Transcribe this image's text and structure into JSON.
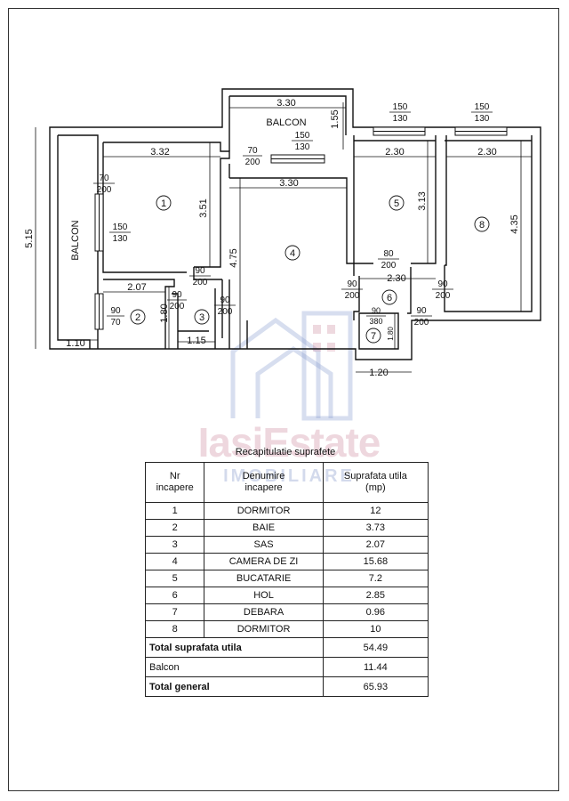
{
  "plan": {
    "rooms": [
      {
        "no": "1"
      },
      {
        "no": "2"
      },
      {
        "no": "3"
      },
      {
        "no": "4"
      },
      {
        "no": "5"
      },
      {
        "no": "6"
      },
      {
        "no": "7"
      },
      {
        "no": "8"
      }
    ],
    "balcony_left_label": "BALCON",
    "balcony_top_label": "BALCON",
    "dims": {
      "d330_top": "3.30",
      "d155": "1.55",
      "d332": "3.32",
      "d351": "3.51",
      "d330_mid": "3.30",
      "d230_r5": "2.30",
      "d230_r8": "2.30",
      "d313": "3.13",
      "d435": "4.35",
      "d475": "4.75",
      "d515": "5.15",
      "d207": "2.07",
      "d180_r2": "1.80",
      "d115": "1.15",
      "d110": "1.10",
      "d230_hall": "2.30",
      "d180_r7": "1.80",
      "d120": "1.20"
    },
    "openings": {
      "win_r5_top": "150",
      "win_r5_bot": "130",
      "win_r8_top": "150",
      "win_r8_bot": "130",
      "win_bal_top": "150",
      "win_bal_bot": "130",
      "win_r1_top": "150",
      "win_r1_bot": "130",
      "door_balc_top": "70",
      "door_balc_bot": "200",
      "door_r1_top": "70",
      "door_r1_bot": "200",
      "door_r2_top": "90",
      "door_r2_bot": "70",
      "door_r1b_top": "90",
      "door_r1b_bot": "200",
      "door_r2b_top": "90",
      "door_r2b_bot": "200",
      "door_r3_top": "90",
      "door_r3_bot": "200",
      "door_r5_top": "80",
      "door_r5_bot": "200",
      "door_r4_top": "90",
      "door_r4_bot": "200",
      "door_r8_top": "90",
      "door_r8_bot": "200",
      "door_r6_top": "90",
      "door_r6_bot": "200",
      "door_r7_top": "90",
      "door_r7_bot": "380"
    }
  },
  "watermark": {
    "title": "IasiEstate",
    "subtitle": "IMOBILIARE"
  },
  "table": {
    "title": "Recapitulatie suprafete",
    "headers": {
      "nr_l1": "Nr",
      "nr_l2": "incapere",
      "den_l1": "Denumire",
      "den_l2": "incapere",
      "sup_l1": "Suprafata utila",
      "sup_l2": "(mp)"
    },
    "rows": [
      {
        "nr": "1",
        "name": "DORMITOR",
        "area": "12"
      },
      {
        "nr": "2",
        "name": "BAIE",
        "area": "3.73"
      },
      {
        "nr": "3",
        "name": "SAS",
        "area": "2.07"
      },
      {
        "nr": "4",
        "name": "CAMERA DE ZI",
        "area": "15.68"
      },
      {
        "nr": "5",
        "name": "BUCATARIE",
        "area": "7.2"
      },
      {
        "nr": "6",
        "name": "HOL",
        "area": "2.85"
      },
      {
        "nr": "7",
        "name": "DEBARA",
        "area": "0.96"
      },
      {
        "nr": "8",
        "name": "DORMITOR",
        "area": "10"
      }
    ],
    "total_useful_label": "Total suprafata utila",
    "total_useful_value": "54.49",
    "balcony_label": "Balcon",
    "balcony_value": "11.44",
    "total_general_label": "Total general",
    "total_general_value": "65.93"
  }
}
